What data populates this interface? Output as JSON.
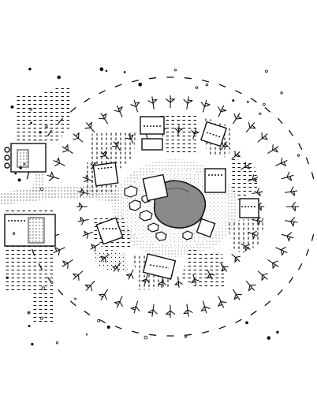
{
  "map": {
    "style": "black-and-white hand-drawn village map",
    "paper_color": "#ffffff",
    "ink_color": "#111111",
    "pond_fill": "#8a8a8a",
    "road_fill": "#e9e9e9",
    "features": {
      "pond": "central-pond",
      "boulders": 7,
      "buildings": 11,
      "crop_fields": 12,
      "hedge_rings": 3
    }
  }
}
